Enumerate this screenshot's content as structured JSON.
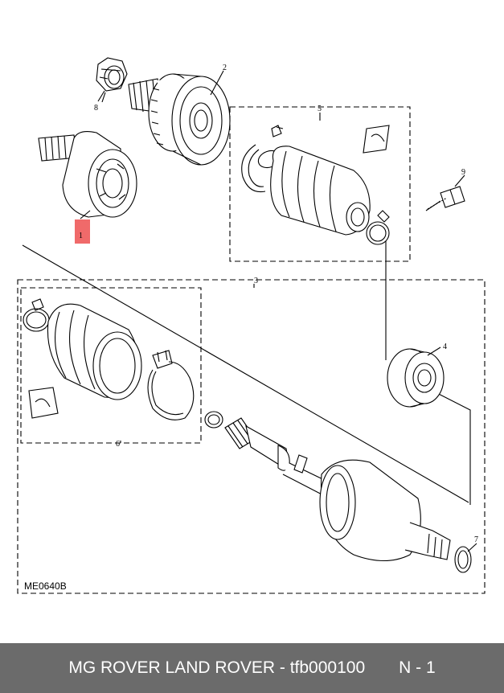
{
  "diagram": {
    "reference": "ME0640B",
    "callouts": [
      "1",
      "2",
      "3",
      "4",
      "5",
      "6",
      "7",
      "8",
      "9"
    ],
    "highlight_color": "#f06a6a"
  },
  "footer": {
    "title": "MG ROVER LAND ROVER - tfb000100",
    "page": "N - 1",
    "background": "#6b6b6b"
  }
}
